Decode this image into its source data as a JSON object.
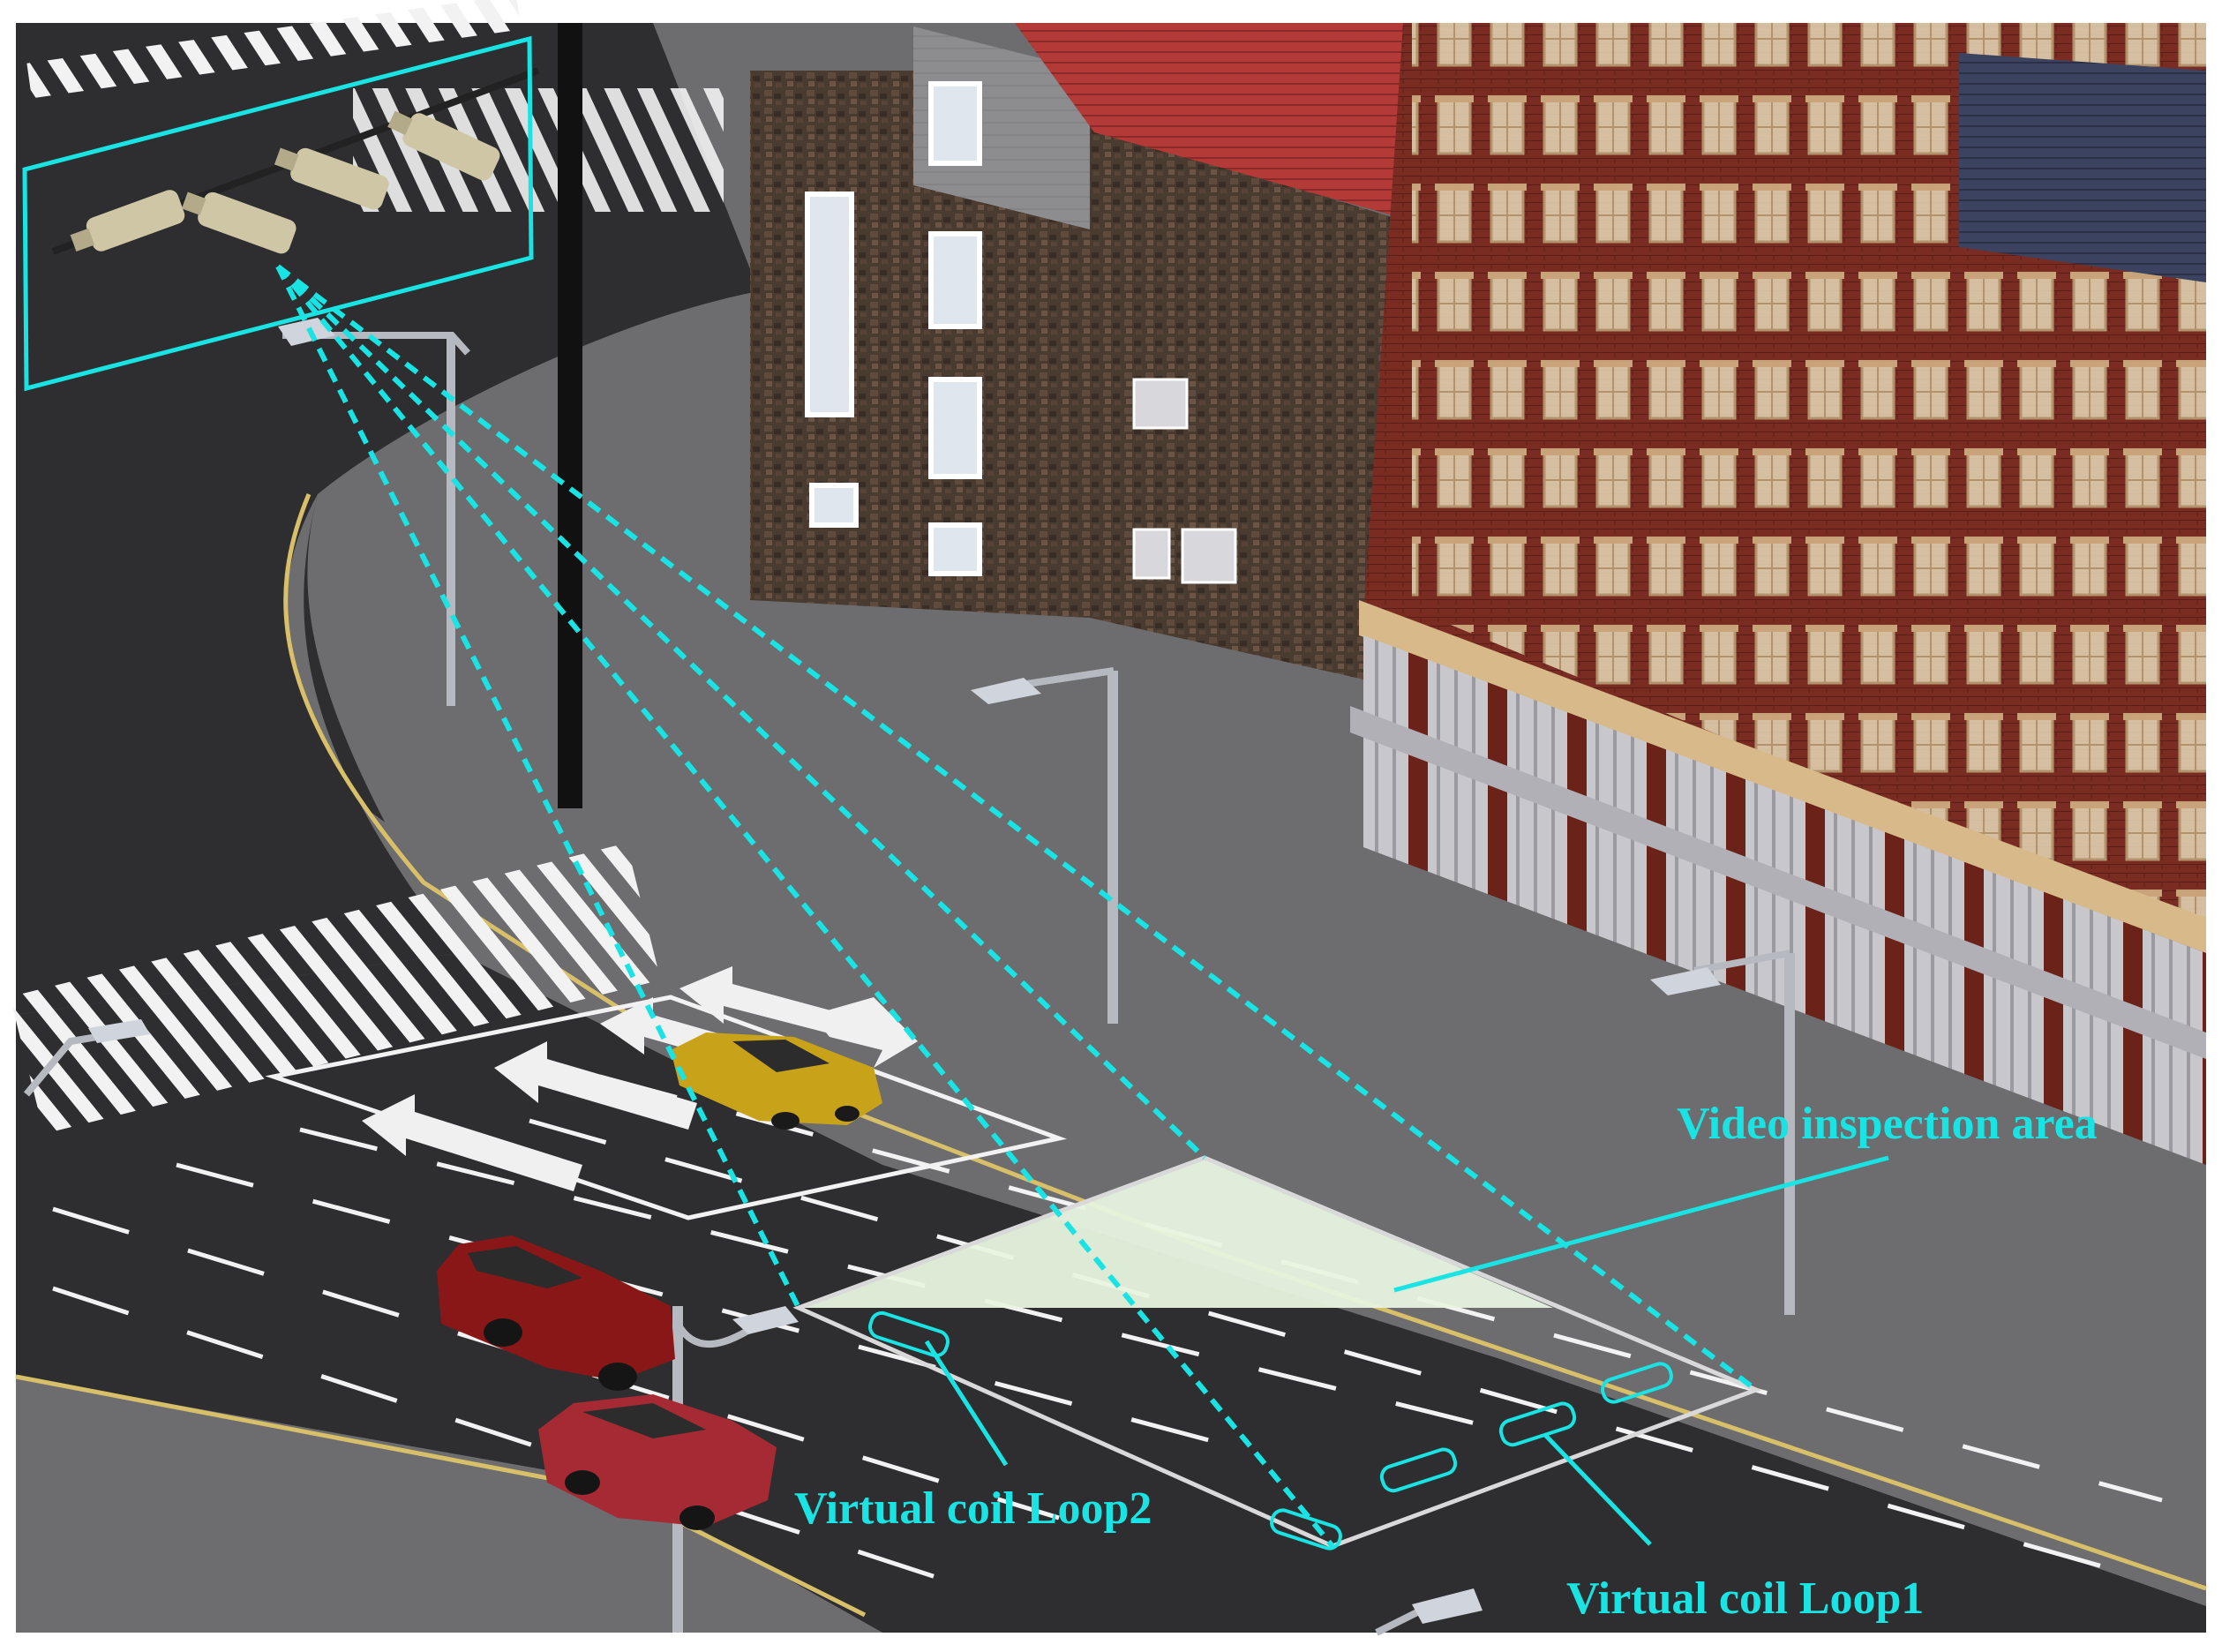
{
  "labels": {
    "video_area": "Video inspection area",
    "loop2": "Virtual coil Loop2",
    "loop1": "Virtual coil Loop1"
  },
  "colors": {
    "accent": "#19e3e3",
    "road": "#2f2f30",
    "ground": "#6e6d70",
    "lane_marking": "#ffffff",
    "curb_yellow": "#d8c06a",
    "brick": "#7a2a20",
    "stone": "#4a3a30",
    "inspection_fill": "#e8f5e0"
  },
  "icons": {
    "camera": "cctv-camera-icon",
    "streetlight": "streetlight-icon",
    "arrow": "lane-arrow-icon"
  }
}
